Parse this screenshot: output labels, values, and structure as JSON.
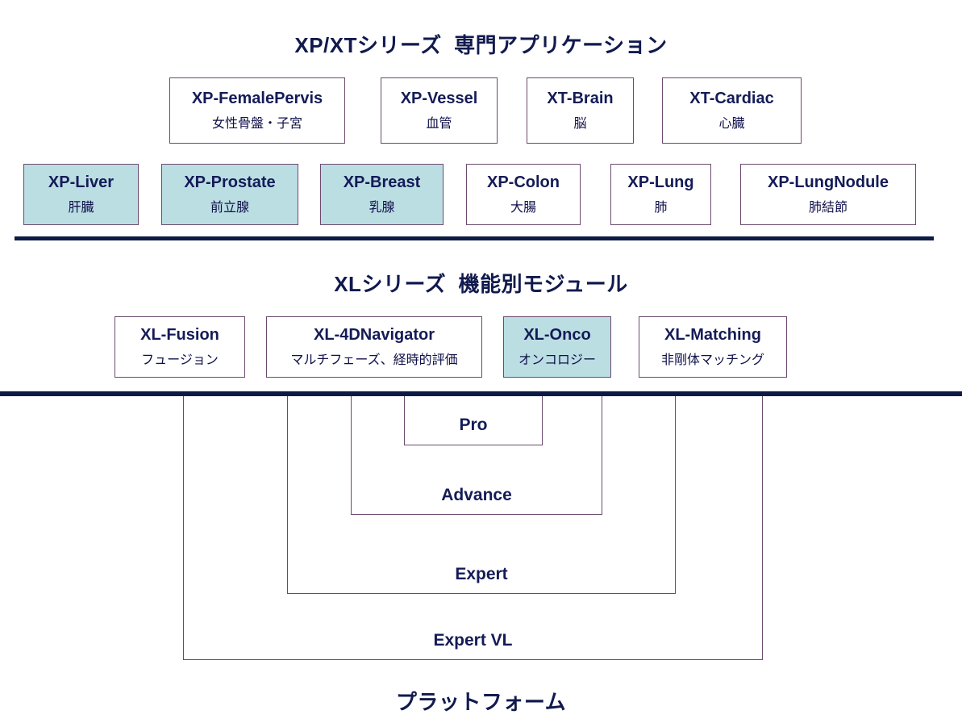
{
  "sections": {
    "xpxt": {
      "title": "XP/XTシリーズ  専門アプリケーション",
      "row1": [
        {
          "name": "XP-FemalePervis",
          "desc": "女性骨盤・子宮",
          "highlight": false
        },
        {
          "name": "XP-Vessel",
          "desc": "血管",
          "highlight": false
        },
        {
          "name": "XT-Brain",
          "desc": "脳",
          "highlight": false
        },
        {
          "name": "XT-Cardiac",
          "desc": "心臓",
          "highlight": false
        }
      ],
      "row2": [
        {
          "name": "XP-Liver",
          "desc": "肝臓",
          "highlight": true
        },
        {
          "name": "XP-Prostate",
          "desc": "前立腺",
          "highlight": true
        },
        {
          "name": "XP-Breast",
          "desc": "乳腺",
          "highlight": true
        },
        {
          "name": "XP-Colon",
          "desc": "大腸",
          "highlight": false
        },
        {
          "name": "XP-Lung",
          "desc": "肺",
          "highlight": false
        },
        {
          "name": "XP-LungNodule",
          "desc": "肺結節",
          "highlight": false
        }
      ]
    },
    "xl": {
      "title": "XLシリーズ  機能別モジュール",
      "modules": [
        {
          "name": "XL-Fusion",
          "desc": "フュージョン",
          "highlight": false
        },
        {
          "name": "XL-4DNavigator",
          "desc": "マルチフェーズ、経時的評価",
          "highlight": false
        },
        {
          "name": "XL-Onco",
          "desc": "オンコロジー",
          "highlight": true
        },
        {
          "name": "XL-Matching",
          "desc": "非剛体マッチング",
          "highlight": false
        }
      ]
    },
    "platform": {
      "title": "プラットフォーム",
      "tiers": [
        {
          "label": "Pro"
        },
        {
          "label": "Advance"
        },
        {
          "label": "Expert"
        },
        {
          "label": "Expert VL"
        }
      ]
    }
  },
  "colors": {
    "text_navy": "#141b57",
    "divider_navy": "#0d1b44",
    "box_border": "#6b4a6e",
    "highlight_fill": "#bbdee3",
    "background": "#ffffff"
  }
}
